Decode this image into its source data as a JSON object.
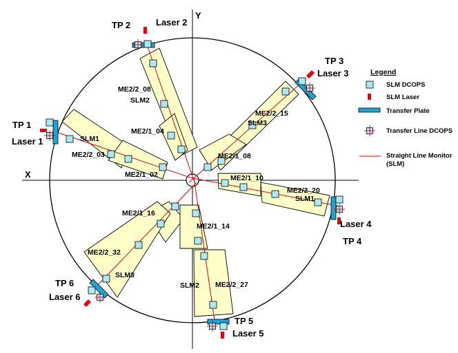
{
  "axes": {
    "x_label": "X",
    "y_label": "Y"
  },
  "colors": {
    "chamber_fill": "#ffffc8",
    "dcops_fill": "#aee8f4",
    "transfer_plate": "#1aa6d6",
    "laser": "#e8000e",
    "slm_line": "#e8000e"
  },
  "legend": {
    "title": "Legend",
    "items": [
      {
        "label": "SLM DCOPS",
        "icon": "slm-dcops-icon"
      },
      {
        "label": "SLM Laser",
        "icon": "slm-laser-icon"
      },
      {
        "label": "Transfer Plate",
        "icon": "transfer-plate-icon"
      },
      {
        "label": "Transfer Line DCOPS",
        "icon": "transfer-line-dcops-icon"
      },
      {
        "label": "Straight Line Monitor",
        "label2": "(SLM)",
        "icon": "straight-line-monitor-icon"
      }
    ]
  },
  "transfer_plates": [
    {
      "tp": "TP 1",
      "laser": "Laser 1"
    },
    {
      "tp": "TP 2",
      "laser": "Laser 2"
    },
    {
      "tp": "TP 3",
      "laser": "Laser 3"
    },
    {
      "tp": "TP 4",
      "laser": "Laser 4"
    },
    {
      "tp": "TP 5",
      "laser": "Laser 5"
    },
    {
      "tp": "TP 6",
      "laser": "Laser 6"
    }
  ],
  "chambers": [
    "ME2/2_08",
    "ME2/1_04",
    "ME2/2_03",
    "ME2/1_02",
    "ME2/2_15",
    "ME2/1_08",
    "ME2/1_10",
    "ME2/2_20",
    "ME2/1_16",
    "ME2/2_32",
    "ME2/1_14",
    "ME2/2_27"
  ],
  "slm_labels": [
    "SLM1",
    "SLM2",
    "SLM3",
    "SLM1",
    "SLM2",
    "SLM3"
  ]
}
